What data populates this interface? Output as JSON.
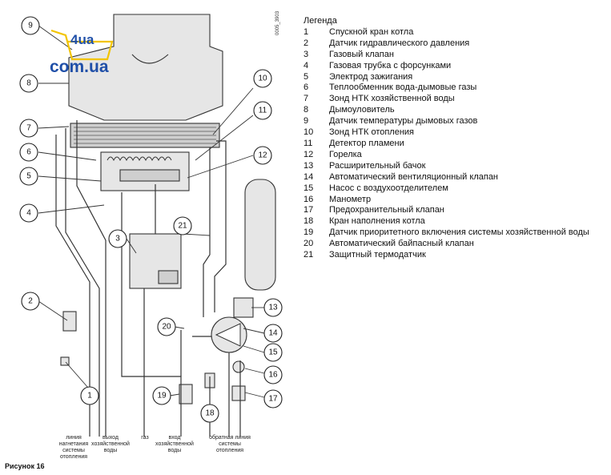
{
  "legend": {
    "title": "Легенда",
    "items": [
      {
        "num": "1",
        "text": "Спускной кран котла"
      },
      {
        "num": "2",
        "text": "Датчик гидравлического давления"
      },
      {
        "num": "3",
        "text": "Газовый клапан"
      },
      {
        "num": "4",
        "text": "Газовая трубка с форсунками"
      },
      {
        "num": "5",
        "text": "Электрод зажигания"
      },
      {
        "num": "6",
        "text": "Теплообменник вода-дымовые газы"
      },
      {
        "num": "7",
        "text": "Зонд НТК хозяйственной воды"
      },
      {
        "num": "8",
        "text": "Дымоуловитель"
      },
      {
        "num": "9",
        "text": "Датчик температуры дымовых газов"
      },
      {
        "num": "10",
        "text": "Зонд НТК отопления"
      },
      {
        "num": "11",
        "text": "Детектор пламени"
      },
      {
        "num": "12",
        "text": "Горелка"
      },
      {
        "num": "13",
        "text": "Расширительный бачок"
      },
      {
        "num": "14",
        "text": "Автоматический вентиляционный клапан"
      },
      {
        "num": "15",
        "text": "Насос с воздухоотделителем"
      },
      {
        "num": "16",
        "text": "Манометр"
      },
      {
        "num": "17",
        "text": "Предохранительный клапан"
      },
      {
        "num": "18",
        "text": "Кран наполнения котла"
      },
      {
        "num": "19",
        "text": "Датчик приоритетного включения системы хозяйственной воды"
      },
      {
        "num": "20",
        "text": "Автоматический байпасный клапан"
      },
      {
        "num": "21",
        "text": "Защитный термодатчик"
      }
    ]
  },
  "callouts": [
    "9",
    "8",
    "7",
    "6",
    "5",
    "4",
    "2",
    "1",
    "3",
    "10",
    "11",
    "12",
    "21",
    "13",
    "14",
    "15",
    "16",
    "17",
    "18",
    "19",
    "20"
  ],
  "bottom_labels": {
    "heating_supply": [
      "линия",
      "нагнетания",
      "системы",
      "отопления"
    ],
    "dhw_out": [
      "выход",
      "хозяйственной",
      "воды"
    ],
    "gas": [
      "газ"
    ],
    "dhw_in": [
      "вход",
      "хозяйственной",
      "воды"
    ],
    "heating_return": [
      "обратная линия",
      "системы",
      "отопления"
    ]
  },
  "figure_caption": "Рисунок 16",
  "side_code": "0005_3903",
  "watermark": {
    "top": "4ua",
    "bottom": "com.ua"
  },
  "colors": {
    "line": "#333333",
    "watermark": "#1f4fa8",
    "watermark_accent": "#f2c400"
  }
}
